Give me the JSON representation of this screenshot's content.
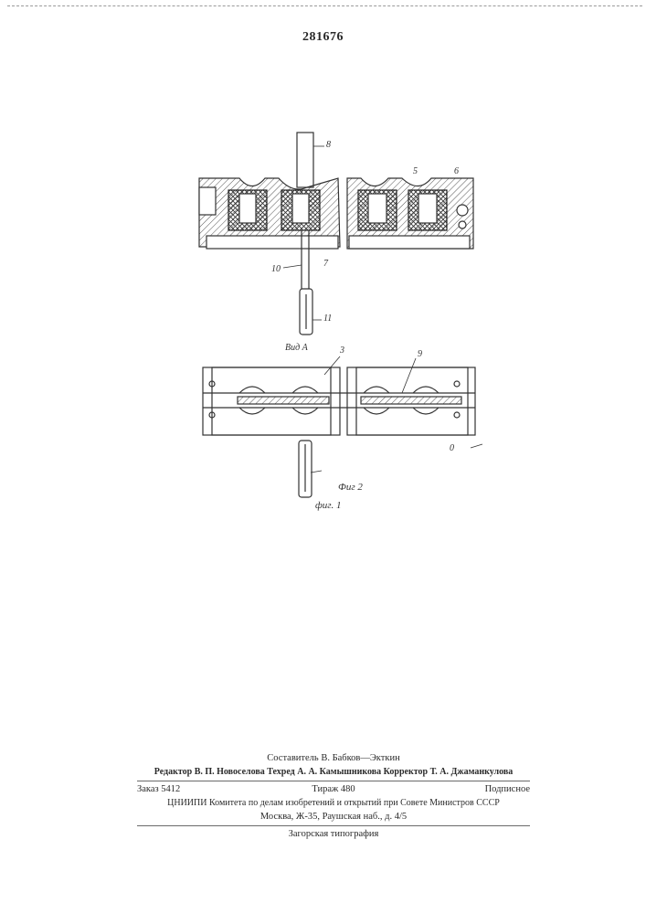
{
  "patent_number": "281676",
  "figure_labels": {
    "ref_8": "8",
    "ref_5": "5",
    "ref_6": "6",
    "ref_7": "7",
    "ref_10": "10",
    "ref_11": "11",
    "view_a": "Вид А",
    "ref_3": "3",
    "ref_9": "9",
    "ref_0": "0",
    "fig_2": "Фиг 2",
    "fig_1": "фиг. 1"
  },
  "colophon": {
    "compiler": "Составитель В. Бабков—Экткин",
    "editors_line": "Редактор В. П. Новоселова Техред А. А. Камышникова Корректор Т. А. Джаманкулова",
    "order": "Заказ 5412",
    "circulation": "Тираж 480",
    "subscription": "Подписное",
    "institute": "ЦНИИПИ Комитета по делам изобретений и открытий при Совете Министров СССР",
    "address": "Москва, Ж-35, Раушская наб., д. 4/5",
    "printer": "Загорская типография"
  }
}
